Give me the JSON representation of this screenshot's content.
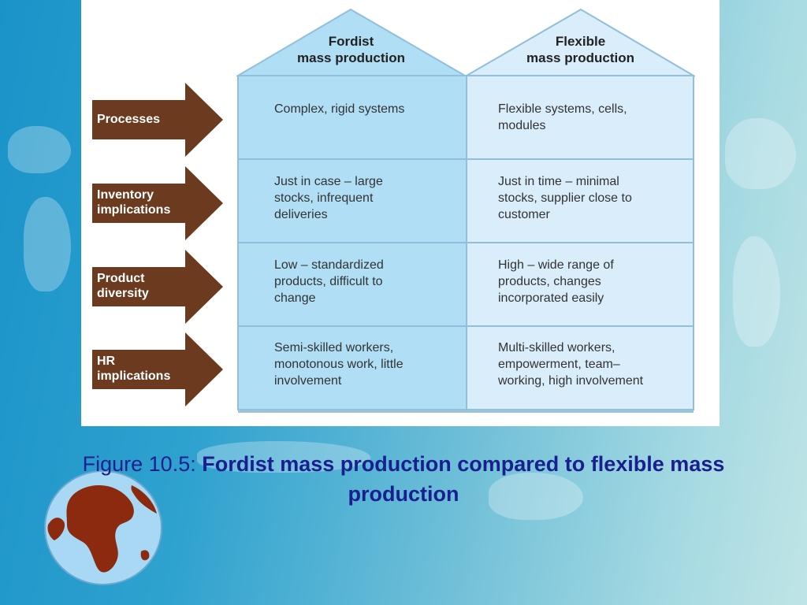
{
  "house": {
    "columns": [
      {
        "title": "Fordist\nmass production"
      },
      {
        "title": "Flexible\nmass production"
      }
    ],
    "rows": [
      {
        "label": "Processes",
        "fordist": "Complex, rigid systems",
        "flexible": "Flexible systems, cells,\nmodules"
      },
      {
        "label": "Inventory\nimplications",
        "fordist": "Just in case – large\nstocks, infrequent\ndeliveries",
        "flexible": "Just in time – minimal\nstocks, supplier close to\ncustomer"
      },
      {
        "label": "Product\ndiversity",
        "fordist": "Low – standardized\nproducts, difficult to\nchange",
        "flexible": "High – wide range of\nproducts, changes\nincorporated easily"
      },
      {
        "label": "HR\nimplications",
        "fordist": "Semi-skilled workers,\nmonotonous work, little\ninvolvement",
        "flexible": "Multi-skilled workers,\nempowerment, team–\nworking, high involvement"
      }
    ]
  },
  "caption": {
    "prefix": "Figure 10.5: ",
    "title": "Fordist mass production compared to flexible mass production"
  },
  "colors": {
    "arrow": "#6b3a1f",
    "fordist_fill": "#b0def5",
    "flexible_fill": "#d9eefa",
    "caption": "#1a1f8f"
  }
}
